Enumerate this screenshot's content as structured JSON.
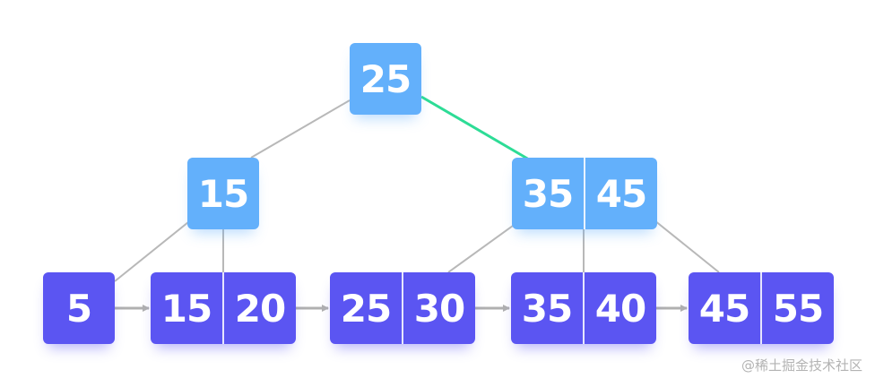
{
  "tree": {
    "root": {
      "keys": [
        "25"
      ]
    },
    "internal": [
      {
        "keys": [
          "15"
        ]
      },
      {
        "keys": [
          "35",
          "45"
        ]
      }
    ],
    "leaves": [
      {
        "keys": [
          "5"
        ]
      },
      {
        "keys": [
          "15",
          "20"
        ]
      },
      {
        "keys": [
          "25",
          "30"
        ]
      },
      {
        "keys": [
          "35",
          "40"
        ]
      },
      {
        "keys": [
          "45",
          "55"
        ]
      }
    ]
  },
  "colors": {
    "internal_node": "#63b0fb",
    "leaf_node": "#5b55f2",
    "highlight_edge": "#2ddc96",
    "edge": "#b5b5b5"
  },
  "watermark": "@稀土掘金技术社区"
}
